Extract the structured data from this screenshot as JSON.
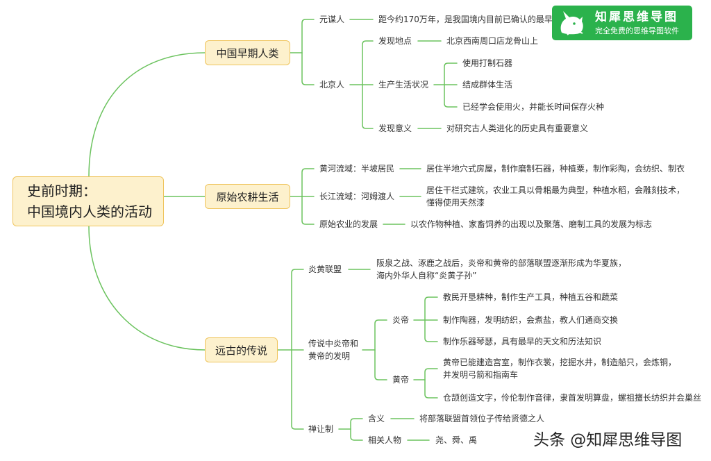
{
  "root": {
    "lines": [
      "史前时期：",
      "中国境内人类的活动"
    ]
  },
  "early_humans": {
    "label": "中国早期人类",
    "yuanmou": {
      "label": "元谋人",
      "detail": "距今约170万年，是我国境内目前已确认的最早的"
    },
    "peking_man": {
      "label": "北京人",
      "site": {
        "label": "发现地点",
        "detail": "北京西南周口店龙骨山上"
      },
      "life": {
        "label": "生产生活状况",
        "details": [
          "使用打制石器",
          "结成群体生活",
          "已经学会使用火，并能长时间保存火种"
        ]
      },
      "significance": {
        "label": "发现意义",
        "detail": "对研究古人类进化的历史具有重要意义"
      }
    }
  },
  "farming": {
    "label": "原始农耕生活",
    "yellow_river": {
      "label": "黄河流域：半坡居民",
      "detail": "居住半地穴式房屋，制作磨制石器，种植粟，制作彩陶，会纺织、制衣"
    },
    "yangtze_river": {
      "label": "长江流域：河姆渡人",
      "lines": [
        "居住干栏式建筑，农业工具以骨耜最为典型，种植水稻，会雕刻技术，",
        "懂得使用天然漆"
      ]
    },
    "development": {
      "label": "原始农业的发展",
      "detail": "以农作物种植、家畜饲养的出现以及聚落、磨制工具的发展为标志"
    }
  },
  "legends": {
    "label": "远古的传说",
    "alliance": {
      "label": "炎黄联盟",
      "lines": [
        "阪泉之战、涿鹿之战后，炎帝和黄帝的部落联盟逐渐形成为华夏族，",
        "海内外华人自称“炎黄子孙”"
      ]
    },
    "inventions": {
      "label_lines": [
        "传说中炎帝和",
        "黄帝的发明"
      ],
      "yan_emperor": {
        "label": "炎帝",
        "details": [
          "教民开垦耕种，制作生产工具，种植五谷和蔬菜",
          "制作陶器，发明纺织，会煮盐，教人们通商交换",
          "制作乐器琴瑟，具有最早的天文和历法知识"
        ]
      },
      "yellow_emperor": {
        "label": "黄帝",
        "first_lines": [
          "黄帝已能建造宫室，制作衣裳，挖掘水井，制造船只，会炼铜，",
          "并发明弓箭和指南车"
        ],
        "second": "仓颉创造文字，伶伦制作音律，隶首发明算盘，螺祖擅长纺织并会巢丝"
      }
    },
    "abdication": {
      "label": "禅让制",
      "meaning": {
        "label": "含义",
        "detail": "将部落联盟首领位子传给贤德之人"
      },
      "figures": {
        "label": "相关人物",
        "detail": "尧、舜、禹"
      }
    }
  },
  "logo": {
    "icon": "rhino-icon",
    "title": "知犀思维导图",
    "subtitle": "完全免费的思维导图软件"
  },
  "watermark": "头条 @知犀思维导图",
  "colors": {
    "line": "#6cc35f",
    "node_fill": "#fdf1cd",
    "node_border": "#efc45c",
    "logo_bg": "#2bb24c",
    "text": "#333333"
  }
}
